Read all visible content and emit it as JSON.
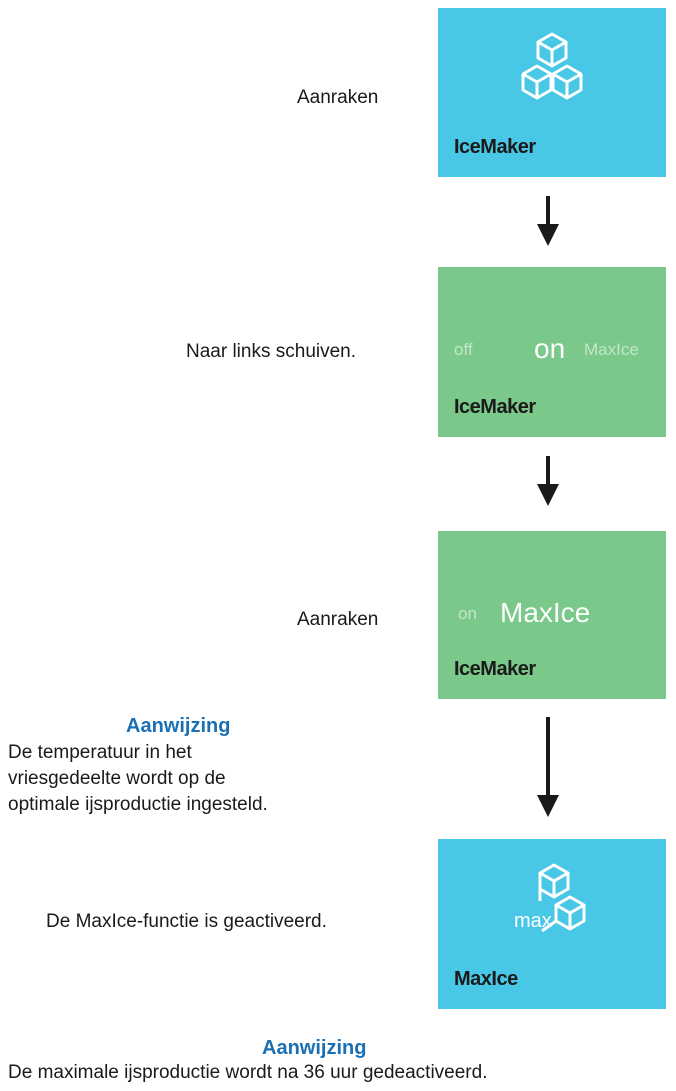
{
  "steps": [
    {
      "instruction": "Aanraken",
      "tile": {
        "title": "IceMaker",
        "icon": "ice-cubes-icon",
        "color": "#48c8e6"
      }
    },
    {
      "instruction": "Naar links schuiven.",
      "tile": {
        "title": "IceMaker",
        "color": "#7ac88a",
        "options": [
          "off",
          "on",
          "MaxIce"
        ],
        "selected": "on"
      }
    },
    {
      "instruction": "Aanraken",
      "tile": {
        "title": "IceMaker",
        "color": "#7ac88a",
        "options": [
          "on",
          "MaxIce"
        ],
        "selected": "MaxIce"
      }
    },
    {
      "instruction": "De MaxIce-functie is geactiveerd.",
      "tile": {
        "title": "MaxIce",
        "icon": "max-ice-cubes-icon",
        "icon_label": "max",
        "color": "#48c8e6"
      }
    }
  ],
  "notes": [
    {
      "heading": "Aanwijzing",
      "lines": [
        "De temperatuur in het",
        "vriesgedeelte wordt op de",
        "optimale ijsproductie ingesteld."
      ]
    },
    {
      "heading": "Aanwijzing",
      "lines": [
        "De maximale ijsproductie wordt na 36 uur gedeactiveerd."
      ]
    }
  ],
  "colors": {
    "note_heading": "#1a70b5",
    "arrow": "#1a1a1a"
  }
}
